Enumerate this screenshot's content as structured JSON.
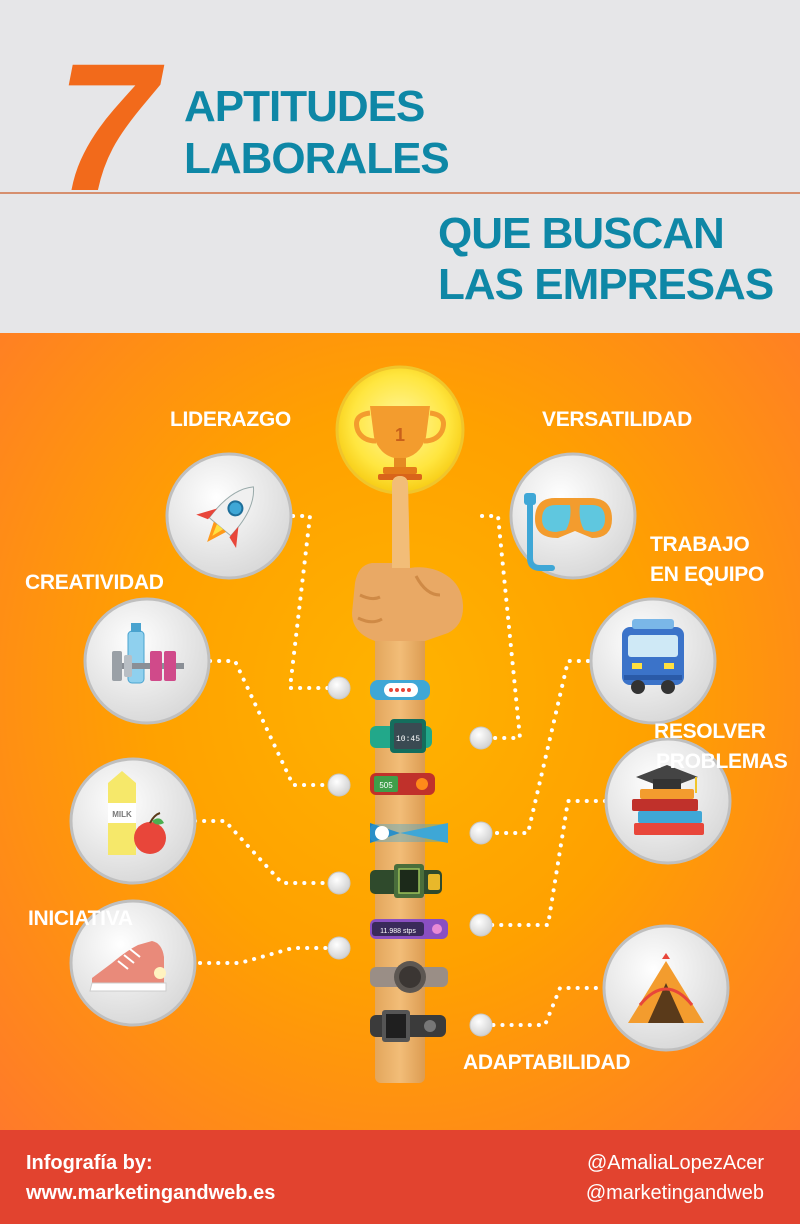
{
  "header": {
    "number": "7",
    "title_line1": "APTITUDES",
    "title_line2": "LABORALES",
    "subtitle_line1": "QUE BUSCAN",
    "subtitle_line2": "LAS EMPRESAS"
  },
  "trophy": {
    "number": "1"
  },
  "skills": {
    "leadership": "LIDERAZGO",
    "versatility": "VERSATILIDAD",
    "teamwork_line1": "TRABAJO",
    "teamwork_line2": "EN EQUIPO",
    "creativity": "CREATIVIDAD",
    "problems_line1": "RESOLVER",
    "problems_line2": "PROBLEMAS",
    "initiative": "INICIATIVA",
    "adaptability": "ADAPTABILIDAD"
  },
  "icons": {
    "leadership": "rocket-icon",
    "versatility": "diving-mask-icon",
    "teamwork": "bus-icon",
    "creativity": "dumbbell-bottle-icon",
    "problems": "books-graduation-cap-icon",
    "nutrition": "milk-apple-icon",
    "initiative": "sneaker-icon",
    "adaptability": "tent-icon"
  },
  "bands": {
    "watch_time": "10:45",
    "watch_label": "505",
    "tracker_text": "11.988 stps"
  },
  "footer": {
    "left_line1": "Infografía by:",
    "left_line2": "www.marketingandweb.es",
    "right_line1": "@AmaliaLopezAcer",
    "right_line2": "@marketingandweb"
  },
  "colors": {
    "accent_orange": "#f26a1b",
    "title_blue": "#0e87a6",
    "footer_red": "#e2432f",
    "background_orange": "#ffa100"
  }
}
